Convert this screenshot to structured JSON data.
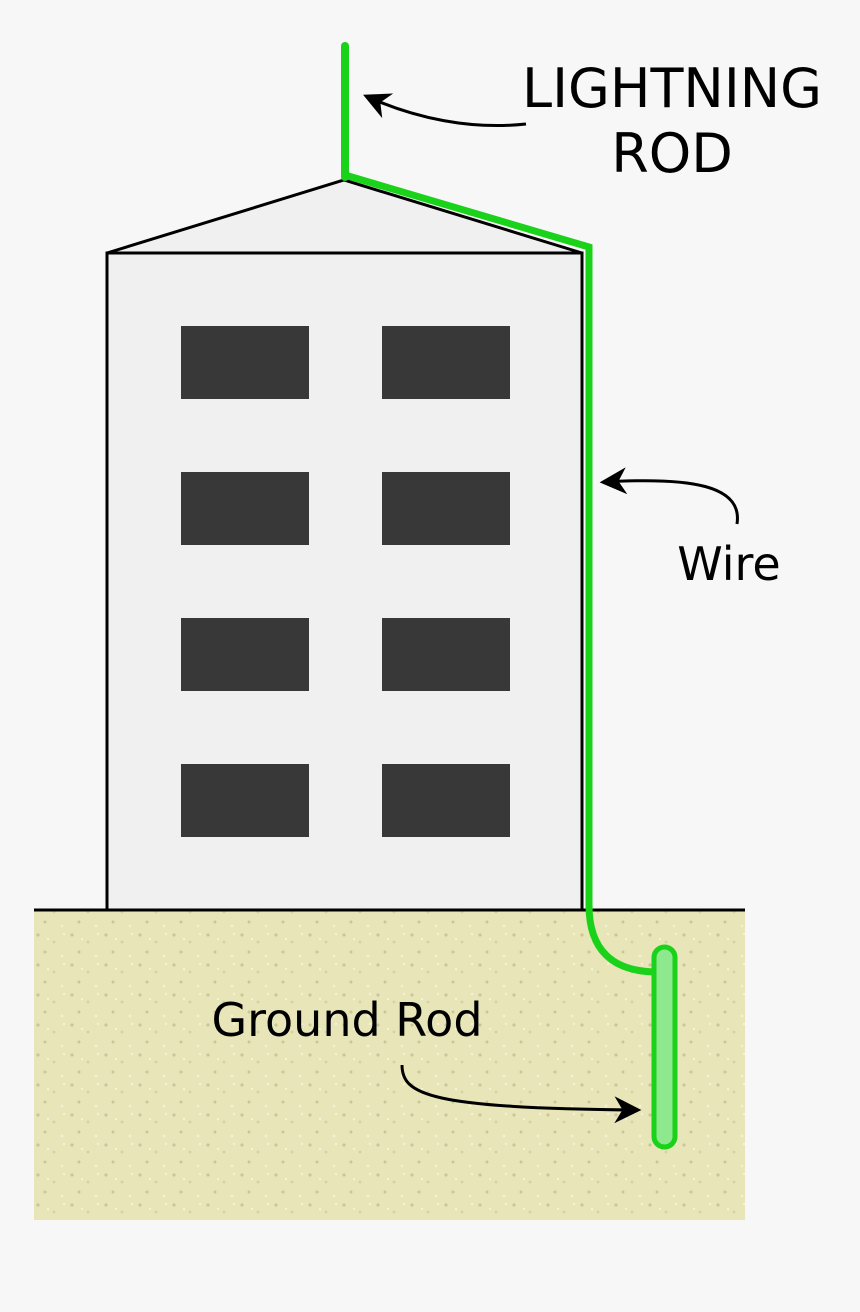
{
  "labels": {
    "lightning_rod_line1": "LIGHTNING",
    "lightning_rod_line2": "ROD",
    "wire": "Wire",
    "ground_rod": "Ground Rod"
  },
  "colors": {
    "background": "#f7f7f7",
    "building_fill": "#f0f0f0",
    "building_outline": "#000000",
    "window": "#383838",
    "ground": "#e8e6b8",
    "ground_speckle": "#c9c69a",
    "conductor": "#19d219",
    "ground_rod_fill": "#8ee88e"
  },
  "windows": {
    "columns": 2,
    "rows": 4
  }
}
